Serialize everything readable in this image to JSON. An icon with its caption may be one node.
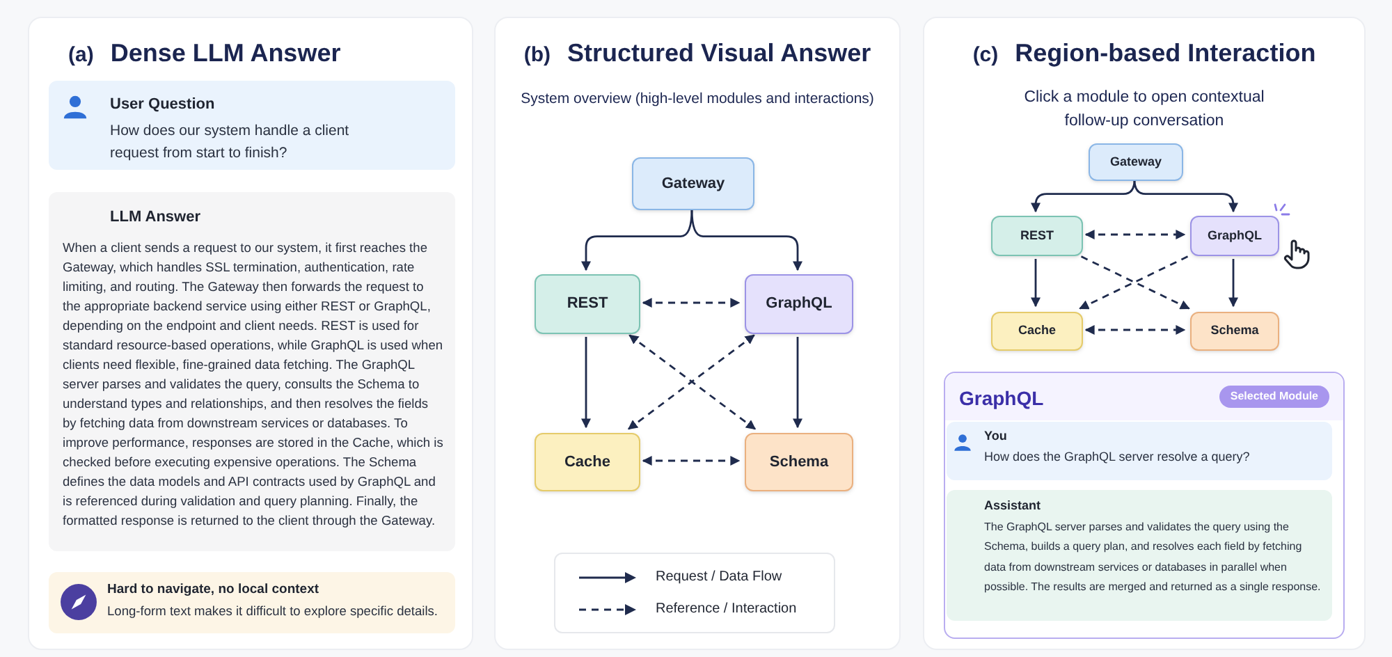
{
  "diagram": {
    "nodes": [
      {
        "text": [
          "(a)",
          "Dense LLM Answer"
        ]
      },
      {
        "text": [
          "User Question",
          "How does our system handle a client request from start to finish?"
        ],
        "in": 0
      },
      {
        "text": [
          "LLM Answer",
          "When a client sends a request to our system, it first reaches the Gateway, which handles SSL termination, authentication, rate limiting, and routing. The Gateway then forwards the request to the appropriate backend service using either REST or GraphQL, depending on the endpoint and client needs. REST is used for standard resource-based operations, while GraphQL is used when clients need flexible, fine-grained data fetching. The GraphQL server parses and validates the query, consults the Schema to understand types and relationships, and then resolves the fields by fetching data from downstream services or databases. To improve performance, responses are stored in the Cache, which is checked before executing expensive operations. The Schema defines the data models and API contracts used by GraphQL and is referenced during validation and query planning. Finally, the formatted response is returned to the client through the Gateway."
        ],
        "in": 0
      },
      {
        "text": [
          "Hard to navigate, no local context",
          "Long-form text makes it difficult to explore specific details."
        ],
        "in": 0
      },
      {
        "text": [
          "(b)",
          "Structured Visual Answer",
          "System overview (high-level modules and interactions)"
        ]
      },
      {
        "text": [
          "Gateway"
        ],
        "in": 4
      },
      {
        "text": [
          "REST"
        ],
        "in": 4
      },
      {
        "text": [
          "GraphQL"
        ],
        "in": 4
      },
      {
        "text": [
          "Cache"
        ],
        "in": 4
      },
      {
        "text": [
          "Schema"
        ],
        "in": 4
      },
      {
        "text": [
          "(c)",
          "Region-based Interaction",
          "Click a module to open contextual follow-up conversation"
        ]
      },
      {
        "text": [
          "Gateway"
        ],
        "in": 10
      },
      {
        "text": [
          "REST"
        ],
        "in": 10
      },
      {
        "text": [
          "GraphQL"
        ],
        "in": 10
      },
      {
        "text": [
          "Cache"
        ],
        "in": 10
      },
      {
        "text": [
          "Schema"
        ],
        "in": 10
      },
      {
        "text": [
          "GraphQL",
          "Selected Module"
        ],
        "in": 10
      },
      {
        "text": [
          "You",
          "How does the GraphQL server resolve a query?"
        ],
        "in": 16
      },
      {
        "text": [
          "Assistant",
          "The GraphQL server parses and validates the query using the Schema, builds a query plan, and resolves each field by fetching data from downstream services or databases in parallel when possible. The results are merged and returned as a single response."
        ],
        "in": 16
      }
    ],
    "edges": [
      {
        "from": 5,
        "to": 6,
        "arrow": "to"
      },
      {
        "from": 5,
        "to": 7,
        "arrow": "to"
      },
      {
        "from": 6,
        "to": 7,
        "arrow": "both",
        "style": "dashed"
      },
      {
        "from": 6,
        "to": 8,
        "arrow": "to"
      },
      {
        "from": 7,
        "to": 9,
        "arrow": "to"
      },
      {
        "from": 6,
        "to": 9,
        "arrow": "both",
        "style": "dashed"
      },
      {
        "from": 7,
        "to": 8,
        "arrow": "both",
        "style": "dashed"
      },
      {
        "from": 8,
        "to": 9,
        "arrow": "both",
        "style": "dashed"
      },
      {
        "from": 11,
        "to": 12,
        "arrow": "to"
      },
      {
        "from": 11,
        "to": 13,
        "arrow": "to"
      },
      {
        "from": 12,
        "to": 13,
        "arrow": "both",
        "style": "dashed"
      },
      {
        "from": 12,
        "to": 14,
        "arrow": "to"
      },
      {
        "from": 13,
        "to": 15,
        "arrow": "to"
      },
      {
        "from": 12,
        "to": 15,
        "arrow": "to",
        "style": "dashed"
      },
      {
        "from": 13,
        "to": 14,
        "arrow": "to",
        "style": "dashed"
      },
      {
        "from": 14,
        "to": 15,
        "arrow": "both",
        "style": "dashed"
      }
    ],
    "legend": [
      {
        "text": "Request / Data Flow"
      },
      {
        "text": "Reference / Interaction"
      }
    ]
  }
}
